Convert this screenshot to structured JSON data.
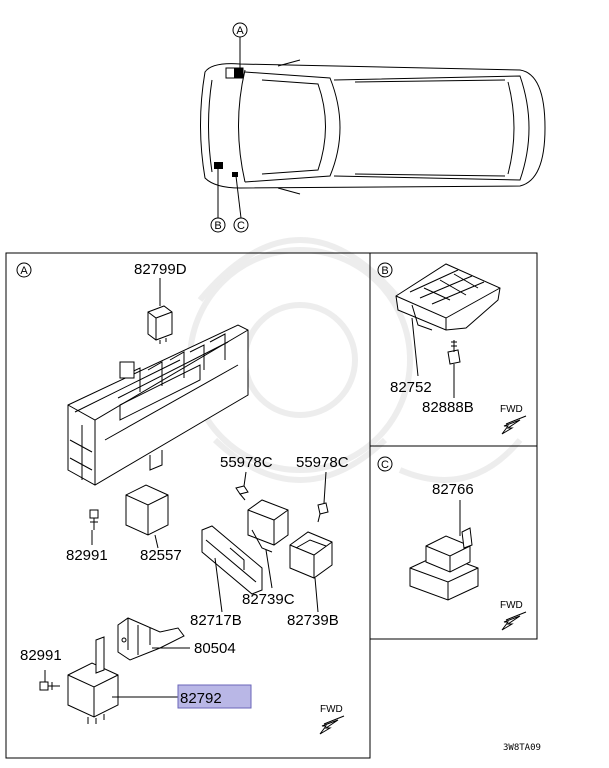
{
  "callouts": {
    "a": "A",
    "b": "B",
    "c": "C"
  },
  "panel_a": {
    "id": "A",
    "parts": {
      "relay_top": "82799D",
      "screw_left": "82991",
      "relay_mid": "82557",
      "screw_1": "55978C",
      "screw_2": "55978C",
      "bracket": "82717B",
      "relay_c": "82739C",
      "relay_b": "82739B",
      "screw_bottom": "82991",
      "bracket_bottom": "80504",
      "relay_highlight": "82792"
    },
    "fwd": "FWD"
  },
  "panel_b": {
    "id": "B",
    "parts": {
      "holder": "82752",
      "bolt": "82888B"
    },
    "fwd": "FWD"
  },
  "panel_c": {
    "id": "C",
    "parts": {
      "relay": "82766"
    },
    "fwd": "FWD"
  },
  "footer": {
    "code": "3W8TA09"
  },
  "colors": {
    "highlight": "#b9b7e6",
    "line": "#000000"
  }
}
